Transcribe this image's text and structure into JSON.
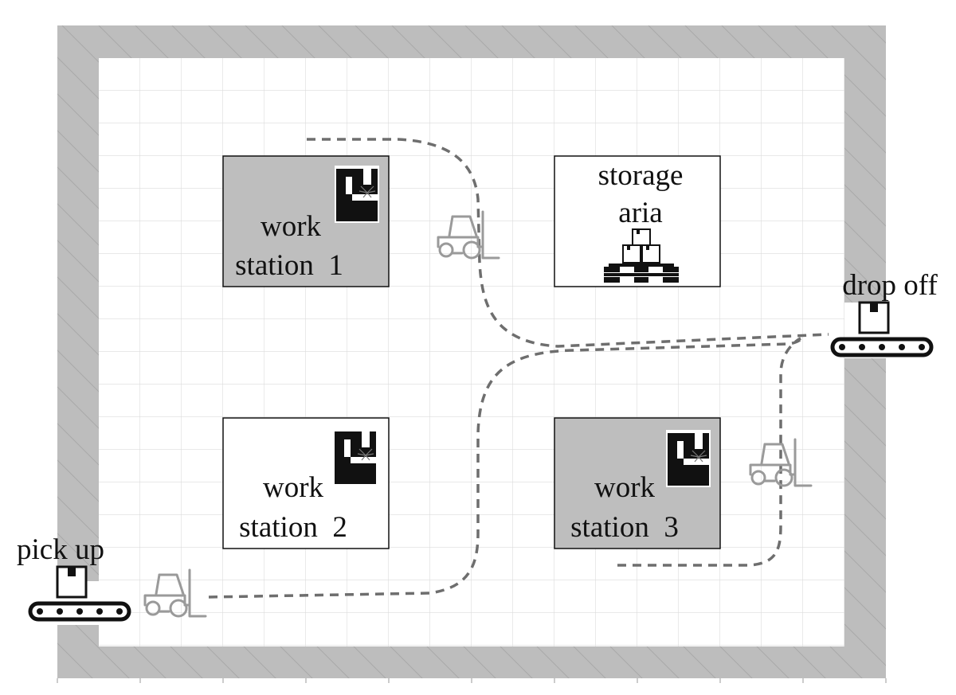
{
  "labels": {
    "work_station_1": [
      "work",
      "station  1"
    ],
    "work_station_2": [
      "work",
      "station  2"
    ],
    "work_station_3": [
      "work",
      "station  3"
    ],
    "storage_area": [
      "storage",
      "aria"
    ],
    "drop_off": "drop off",
    "pick_up": "pick up"
  },
  "icons": {
    "machine": "machine-tool-icon",
    "forklift": "forklift-icon",
    "conveyor": "conveyor-box-icon",
    "pallet": "pallet-boxes-icon"
  },
  "colors": {
    "wall": "#bdbdbd",
    "grid": "#dcdcdc",
    "station_dark": "#bebebe",
    "station_light": "#ffffff",
    "path": "#6e6e6e",
    "forklift": "#9a9a9a",
    "ink": "#111111"
  }
}
